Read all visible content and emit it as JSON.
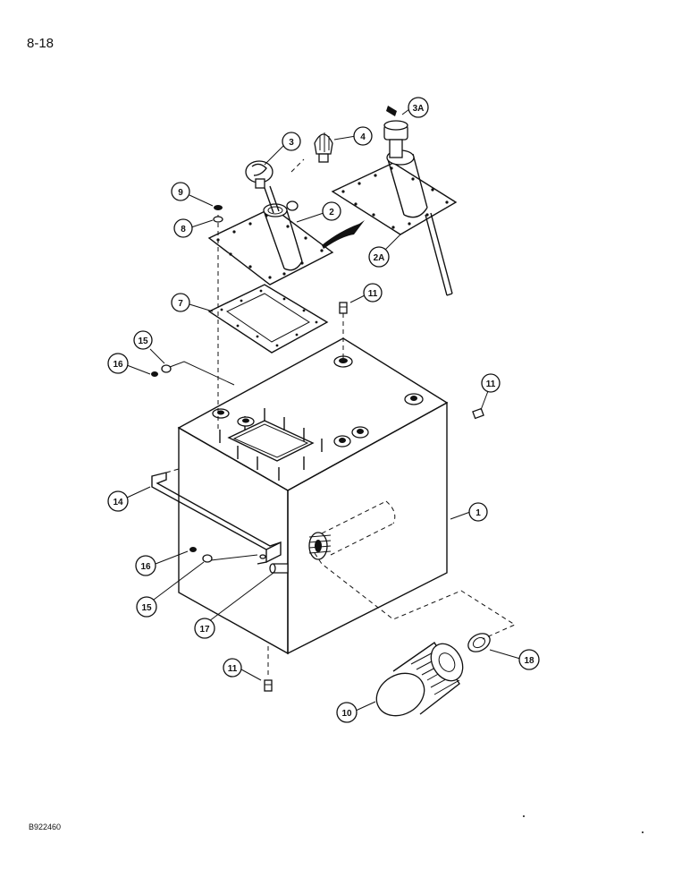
{
  "page": {
    "number": "8-18",
    "figure_code": "B922460"
  },
  "callouts": {
    "c1": "1",
    "c2": "2",
    "c2a": "2A",
    "c3": "3",
    "c3a": "3A",
    "c4": "4",
    "c7": "7",
    "c8": "8",
    "c9": "9",
    "c10": "10",
    "c11a": "11",
    "c11b": "11",
    "c11c": "11",
    "c14": "14",
    "c15a": "15",
    "c15b": "15",
    "c16a": "16",
    "c16b": "16",
    "c17": "17",
    "c18": "18"
  }
}
